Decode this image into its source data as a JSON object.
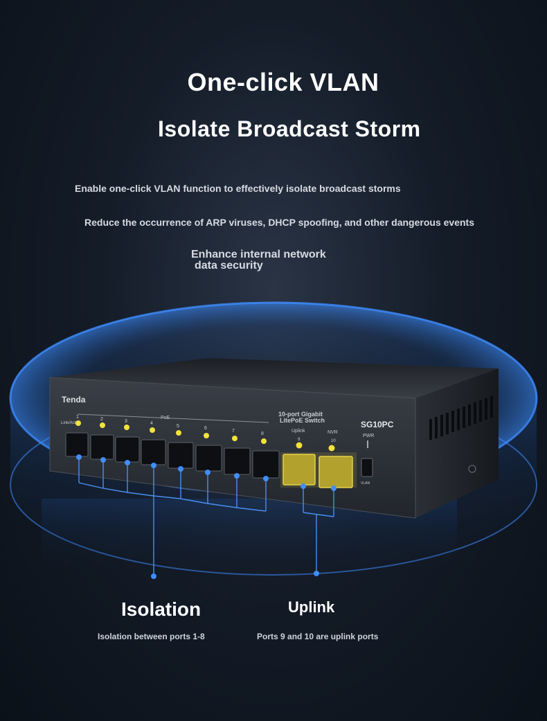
{
  "header": {
    "title": "One-click VLAN",
    "subtitle": "Isolate Broadcast Storm"
  },
  "features": {
    "line1": "Enable one-click VLAN function to effectively isolate broadcast storms",
    "line2": "Reduce the occurrence of ARP viruses, DHCP spoofing, and other dangerous events",
    "line3a": "Enhance internal network",
    "line3b": "data security"
  },
  "device": {
    "brand": "Tenda",
    "model": "SG10PC",
    "product_text_1": "10-port Gigabit",
    "product_text_2": "LitePoE Switch",
    "poe_label": "PoE",
    "link_label": "Link/Act",
    "pwr_label": "PWR",
    "uplink_label": "Uplink",
    "nvr_label": "NVR",
    "vlan_label": "VLAN",
    "port_numbers": [
      "1",
      "2",
      "3",
      "4",
      "5",
      "6",
      "7",
      "8"
    ],
    "uplink_ports": [
      "9",
      "10"
    ]
  },
  "callouts": {
    "isolation_title": "Isolation",
    "isolation_desc": "Isolation between ports 1-8",
    "uplink_title": "Uplink",
    "uplink_desc": "Ports 9 and 10 are uplink ports"
  },
  "colors": {
    "ring": "#2f7be8",
    "led": "#f2e23c",
    "uplink_port": "#e4d24a"
  }
}
